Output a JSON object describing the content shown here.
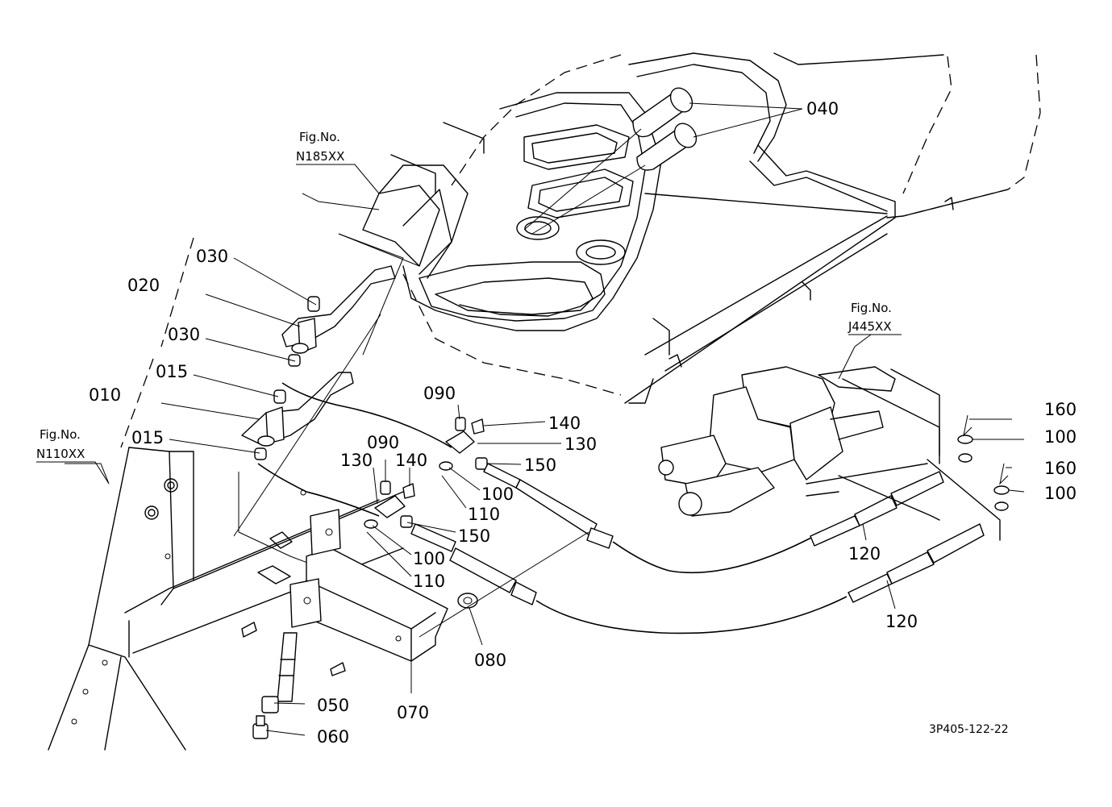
{
  "callouts": {
    "c040": "040",
    "c030a": "030",
    "c020": "020",
    "c030b": "030",
    "c015a": "015",
    "c010": "010",
    "c015b": "015",
    "c090a": "090",
    "c140a": "140",
    "c130a": "130",
    "c150a": "150",
    "c100a": "100",
    "c110a": "110",
    "c090b": "090",
    "c130b": "130",
    "c140b": "140",
    "c150b": "150",
    "c100b": "100",
    "c110b": "110",
    "c080": "080",
    "c070": "070",
    "c050": "050",
    "c060": "060",
    "c160a": "160",
    "c100c": "100",
    "c160b": "160",
    "c100d": "100",
    "c120a": "120",
    "c120b": "120"
  },
  "figure_refs": {
    "n185": {
      "label": "Fig.No.",
      "code": "N185XX"
    },
    "n110": {
      "label": "Fig.No.",
      "code": "N110XX"
    },
    "j445": {
      "label": "Fig.No.",
      "code": "J445XX"
    }
  },
  "drawing_code": "3P405-122-22"
}
